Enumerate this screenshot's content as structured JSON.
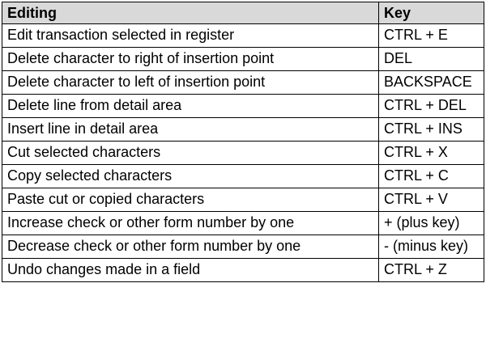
{
  "table": {
    "header": {
      "editing": "Editing",
      "key": "Key"
    },
    "rows": [
      {
        "action": "Edit transaction selected in register",
        "key": "CTRL + E"
      },
      {
        "action": "Delete character to right of insertion point",
        "key": "DEL"
      },
      {
        "action": "Delete character to left of insertion point",
        "key": "BACKSPACE"
      },
      {
        "action": "Delete line from detail area",
        "key": "CTRL + DEL"
      },
      {
        "action": "Insert line in detail area",
        "key": "CTRL + INS"
      },
      {
        "action": "Cut selected characters",
        "key": "CTRL + X"
      },
      {
        "action": "Copy selected characters",
        "key": "CTRL + C"
      },
      {
        "action": "Paste cut or copied characters",
        "key": "CTRL + V"
      },
      {
        "action": "Increase check or other form number by one",
        "key": "+ (plus key)"
      },
      {
        "action": "Decrease check or other form number by one",
        "key": "- (minus key)"
      },
      {
        "action": "Undo changes made in a field",
        "key": "CTRL + Z"
      }
    ],
    "header_bg": "#d9d9d9",
    "border_color": "#000000"
  }
}
